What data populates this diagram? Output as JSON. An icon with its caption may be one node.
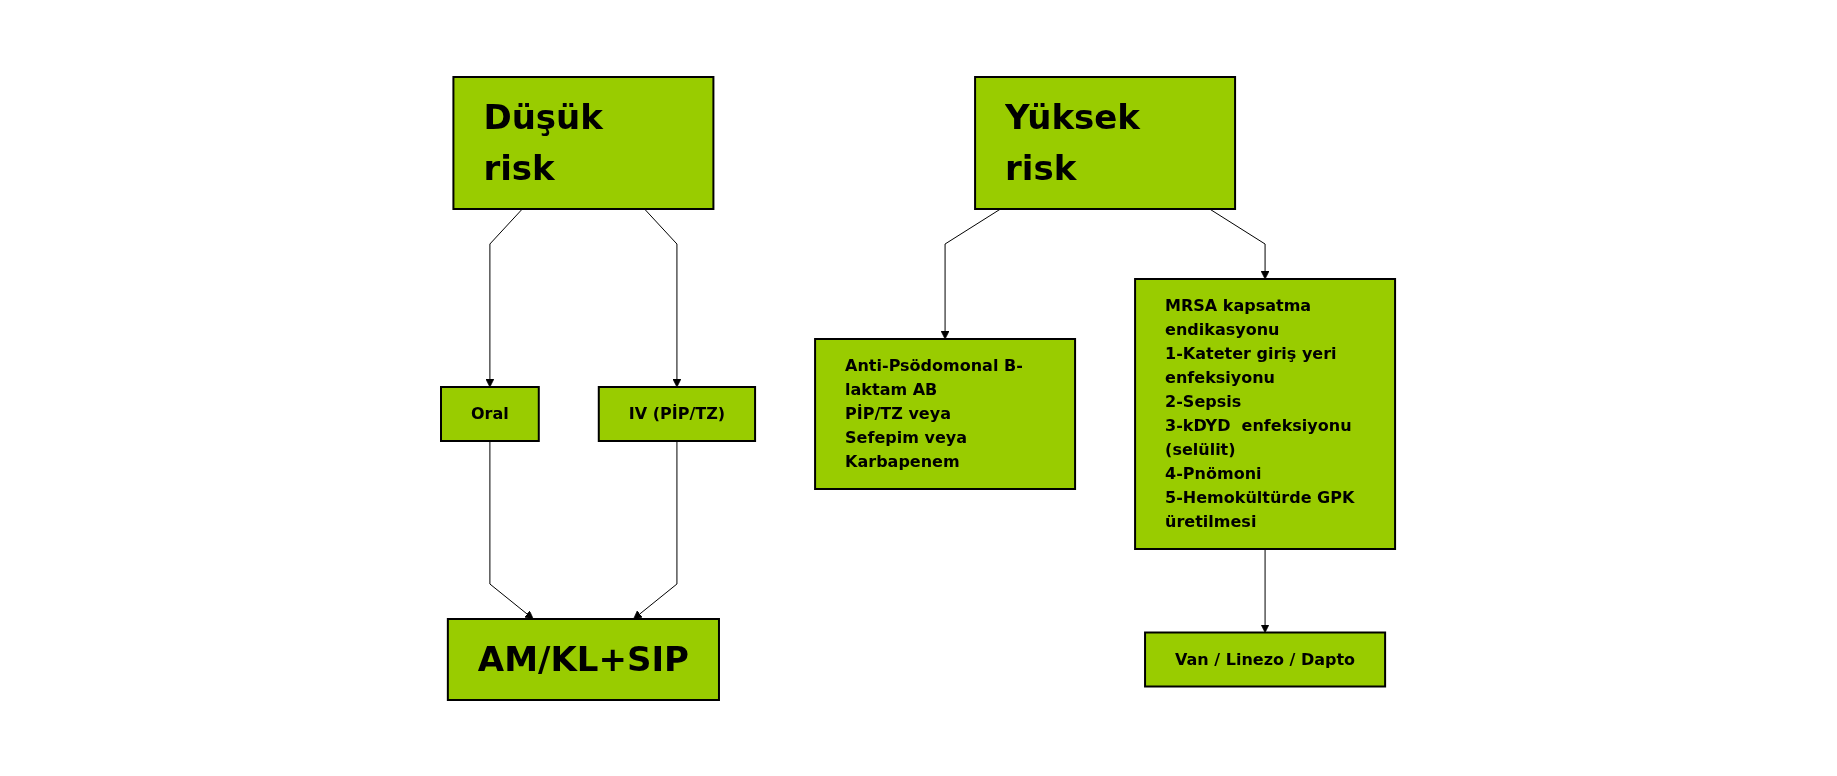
{
  "diagram": {
    "nodes": [
      {
        "text": [
          "Düşük risk"
        ]
      },
      {
        "text": [
          "Oral"
        ]
      },
      {
        "text": [
          "IV (PİP/TZ)"
        ]
      },
      {
        "text": [
          "AM/KL+SIP"
        ]
      },
      {
        "text": [
          "Yüksek risk"
        ]
      },
      {
        "text": [
          "Anti-Psödomonal B-laktam AB",
          "PİP/TZ veya",
          "Sefepim veya",
          "Karbapenem"
        ]
      },
      {
        "text": [
          "MRSA kapsatma endikasyonu",
          "1-Kateter giriş yeri enfeksiyonu",
          "2-Sepsis",
          "3-kDYD  enfeksiyonu (selülit)",
          "4-Pnömoni",
          "5-Hemokültürde GPK üretilmesi"
        ]
      },
      {
        "text": [
          "Van / Linezo / Dapto"
        ]
      }
    ],
    "edges": [
      {
        "from": 0,
        "to": 1,
        "arrow": "to"
      },
      {
        "from": 0,
        "to": 2,
        "arrow": "to"
      },
      {
        "from": 1,
        "to": 3,
        "arrow": "to"
      },
      {
        "from": 2,
        "to": 3,
        "arrow": "to"
      },
      {
        "from": 4,
        "to": 5,
        "arrow": "to"
      },
      {
        "from": 4,
        "to": 6,
        "arrow": "to"
      },
      {
        "from": 6,
        "to": 7,
        "arrow": "to"
      }
    ]
  }
}
